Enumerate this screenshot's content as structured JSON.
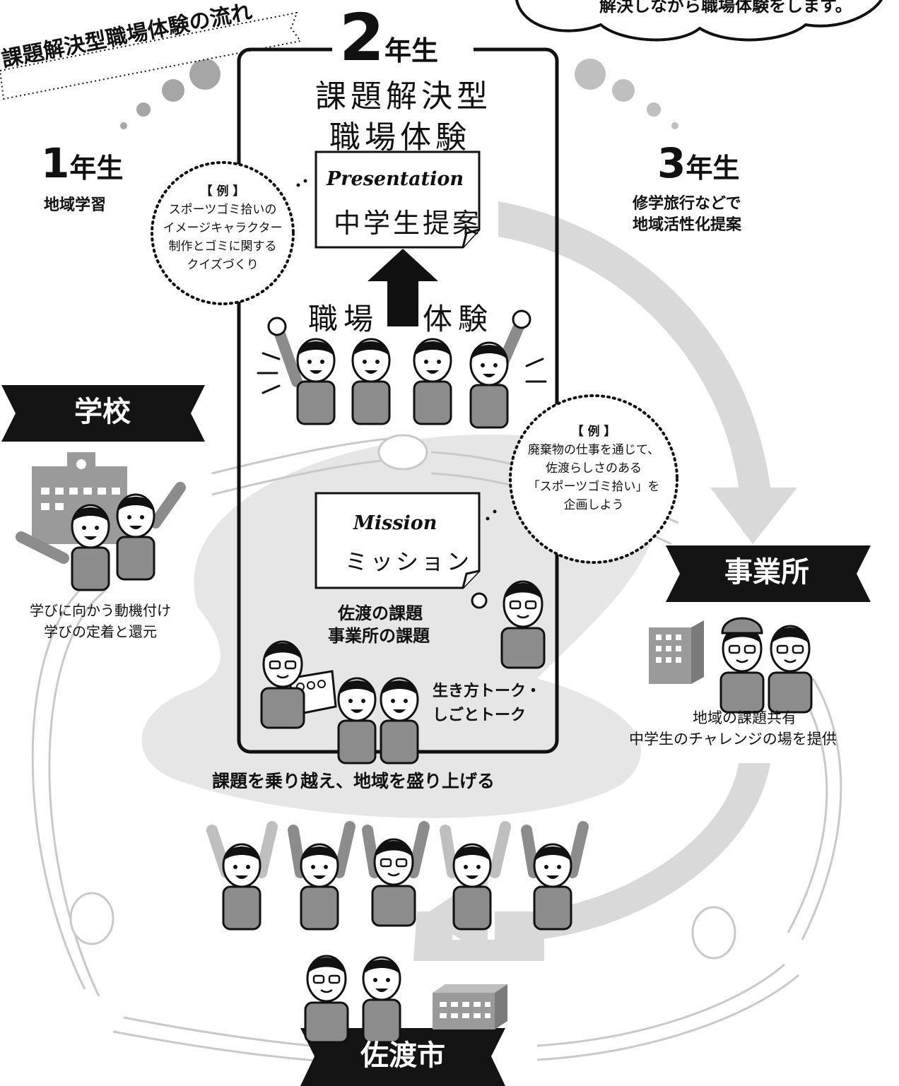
{
  "flow_title": "課題解決型職場体験の流れ",
  "cloud_text": "解決しながら職場体験をします。",
  "year2": {
    "num": "2",
    "suffix": "年生",
    "title_line1": "課題解決型",
    "title_line2": "職場体験"
  },
  "year1": {
    "num": "1",
    "suffix": "年生",
    "desc": "地域学習"
  },
  "year3": {
    "num": "3",
    "suffix": "年生",
    "desc_line1": "修学旅行などで",
    "desc_line2": "地域活性化提案"
  },
  "presentation": {
    "en": "Presentation",
    "jp": "中学生提案"
  },
  "example1": {
    "head": "【 例 】",
    "lines": [
      "スポーツゴミ拾いの",
      "イメージキャラクター",
      "制作とゴミに関する",
      "クイズづくり"
    ]
  },
  "arrow_label": {
    "left": "職場",
    "right": "体験"
  },
  "example2": {
    "head": "【 例 】",
    "lines": [
      "廃棄物の仕事を通じて、",
      "佐渡らしさのある",
      "「スポーツゴミ拾い」を",
      "企画しよう"
    ]
  },
  "mission": {
    "en": "Mission",
    "jp": "ミッション"
  },
  "issues": {
    "line1": "佐渡の課題",
    "line2": "事業所の課題"
  },
  "talk": {
    "line1": "生き方トーク・",
    "line2": "しごとトーク"
  },
  "school": {
    "label": "学校",
    "desc_line1": "学びに向かう動機付け",
    "desc_line2": "学びの定着と還元"
  },
  "business": {
    "label": "事業所",
    "desc_line1": "地域の課題共有",
    "desc_line2": "中学生のチャレンジの場を提供"
  },
  "city": {
    "label": "佐渡市"
  },
  "slogan": "課題を乗り越え、地域を盛り上げる",
  "colors": {
    "gray_flow": "#d9d9d9",
    "gray_person": "#8c8c8c",
    "ink": "#111111",
    "banner_bg": "#141414"
  }
}
